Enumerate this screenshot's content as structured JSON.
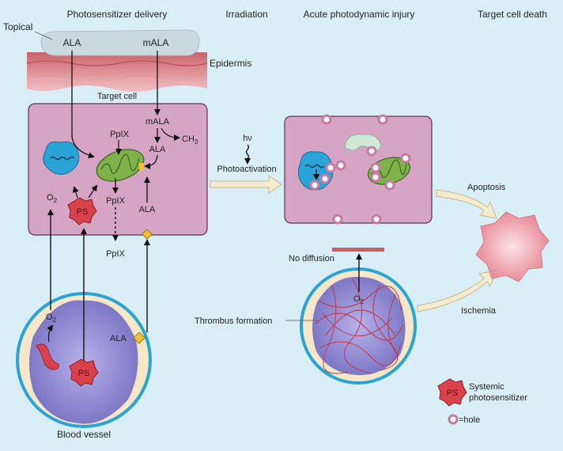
{
  "headers": {
    "delivery": "Photosensitizer delivery",
    "irradiation": "Irradiation",
    "injury": "Acute photodynamic injury",
    "death": "Target cell death"
  },
  "skin": {
    "topical": "Topical",
    "ala": "ALA",
    "mala": "mALA",
    "epidermis": "Epidermis"
  },
  "target_cell": {
    "title": "Target cell",
    "mala": "mALA",
    "ch3_base": "CH",
    "ch3_sub": "3",
    "ala_mid": "ALA",
    "ppix_top": "PpIX",
    "ppix_mid": "PpIX",
    "ppix_out": "PpIX",
    "ala_low": "ALA",
    "o2_base": "O",
    "o2_sub": "2",
    "ps": "PS"
  },
  "irradiation": {
    "hv": "hν",
    "photoactivation": "Photoactivation"
  },
  "vessel": {
    "o2_base": "O",
    "o2_sub": "2",
    "ala": "ALA",
    "ps": "PS",
    "caption": "Blood vessel"
  },
  "thrombus": {
    "no_diffusion": "No diffusion",
    "o2_base": "O",
    "o2_sub": "2",
    "label": "Thrombus formation"
  },
  "death": {
    "apoptosis": "Apoptosis",
    "ischemia": "Ischemia"
  },
  "legend": {
    "ps": "PS",
    "systemic_line1": "Systemic",
    "systemic_line2": "photosensitizer",
    "hole": "=hole"
  },
  "colors": {
    "background": "#d9eef7",
    "cell_fill": "#d6a4c4",
    "vessel_fill": "#9c97d6",
    "mitochondria": "#7fb24a",
    "nucleus": "#2aa3d6",
    "ps_red": "#d9424b"
  }
}
